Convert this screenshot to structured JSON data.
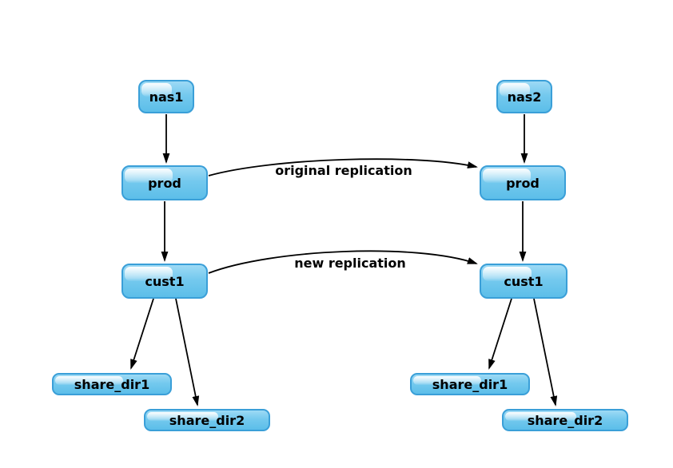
{
  "diagram": {
    "description": "Two NAS filesystem trees with replication arrows between them",
    "nodes": {
      "nas1": "nas1",
      "prod_left": "prod",
      "cust1_left": "cust1",
      "share_dir1_left": "share_dir1",
      "share_dir2_left": "share_dir2",
      "nas2": "nas2",
      "prod_right": "prod",
      "cust1_right": "cust1",
      "share_dir1_right": "share_dir1",
      "share_dir2_right": "share_dir2"
    },
    "edges": [
      {
        "from": "nas1",
        "to": "prod_left"
      },
      {
        "from": "prod_left",
        "to": "cust1_left"
      },
      {
        "from": "cust1_left",
        "to": "share_dir1_left"
      },
      {
        "from": "cust1_left",
        "to": "share_dir2_left"
      },
      {
        "from": "nas2",
        "to": "prod_right"
      },
      {
        "from": "prod_right",
        "to": "cust1_right"
      },
      {
        "from": "cust1_right",
        "to": "share_dir1_right"
      },
      {
        "from": "cust1_right",
        "to": "share_dir2_right"
      },
      {
        "from": "prod_left",
        "to": "prod_right",
        "label": "original replication"
      },
      {
        "from": "cust1_left",
        "to": "cust1_right",
        "label": "new replication"
      }
    ],
    "edge_labels": {
      "original_replication": "original replication",
      "new_replication": "new replication"
    },
    "colors": {
      "node_fill_top": "#9ddaf5",
      "node_fill_bottom": "#5cbee9",
      "node_border": "#3a9fd8",
      "edge": "#000000",
      "text": "#000000",
      "background": "#ffffff"
    }
  }
}
